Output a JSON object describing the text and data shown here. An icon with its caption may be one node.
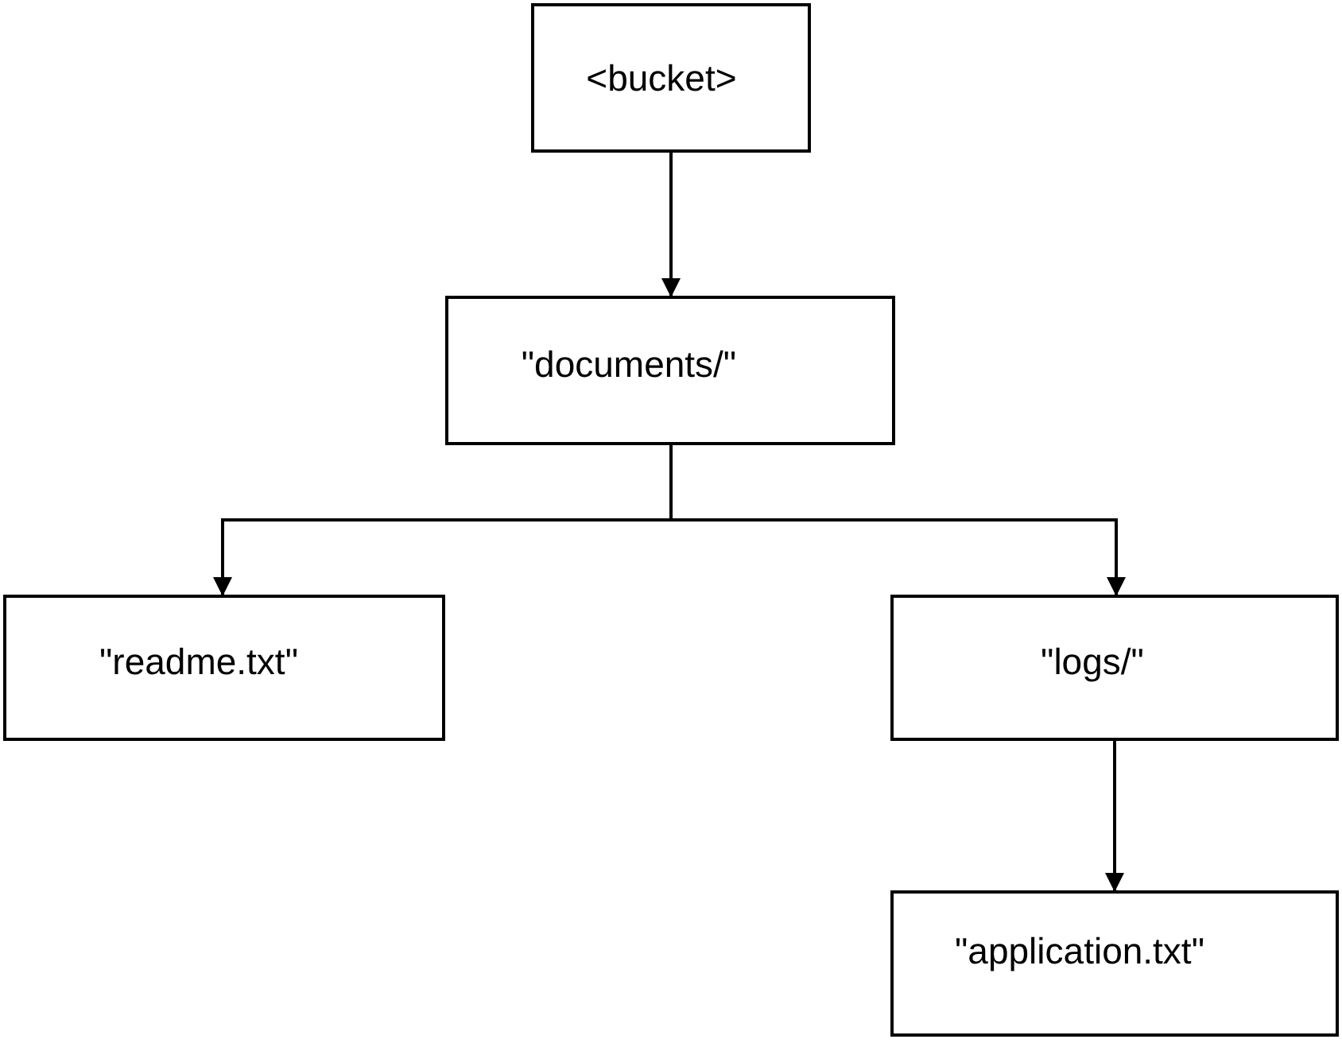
{
  "diagram": {
    "nodes": [
      {
        "text": [
          "<bucket>"
        ]
      },
      {
        "text": [
          "\"documents/\""
        ]
      },
      {
        "text": [
          "\"readme.txt\""
        ]
      },
      {
        "text": [
          "\"logs/\""
        ]
      },
      {
        "text": [
          "\"application.txt\""
        ]
      }
    ],
    "edges": [
      {
        "from": 0,
        "to": 1,
        "arrow": "to"
      },
      {
        "from": 1,
        "to": 2,
        "arrow": "to"
      },
      {
        "from": 1,
        "to": 3,
        "arrow": "to"
      },
      {
        "from": 3,
        "to": 4,
        "arrow": "to"
      }
    ]
  }
}
